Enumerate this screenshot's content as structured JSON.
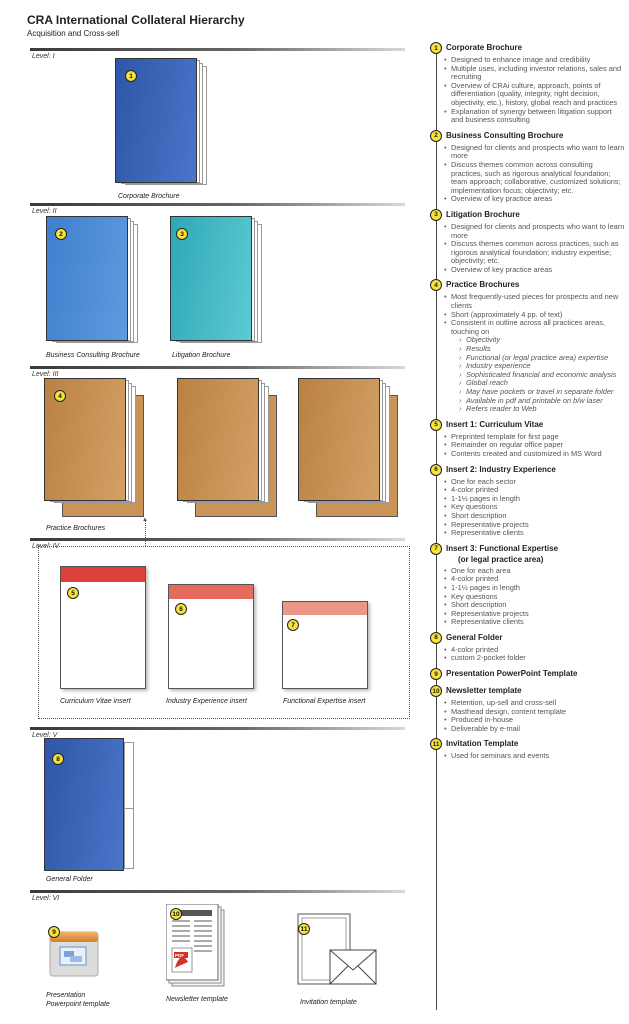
{
  "header": {
    "title": "CRA International Collateral Hierarchy",
    "subtitle": "Acquisition and Cross-sell"
  },
  "levels": [
    "Level: I",
    "Level: II",
    "Level: III",
    "Level: IV",
    "Level: V",
    "Level: VI"
  ],
  "captions": {
    "corporate": "Corporate Brochure",
    "business": "Business Consulting Brochure",
    "litigation": "Litigation Brochure",
    "practice": "Practice Brochures",
    "cv": "Curriculum Vitae insert",
    "industry": "Industry Experience insert",
    "functional": "Functional Expertise insert",
    "folder": "General Folder",
    "ppt_line1": "Presentation",
    "ppt_line2": "Powerpoint template",
    "newsletter": "Newsletter template",
    "invitation": "Invitation template"
  },
  "badges": [
    "1",
    "2",
    "3",
    "4",
    "5",
    "6",
    "7",
    "8",
    "9",
    "10",
    "11"
  ],
  "colors": {
    "badge": "#f5e23a",
    "blue": "#3a64b8",
    "teal": "#3fb5c2",
    "tan": "#c99456",
    "red": "#d9413a"
  },
  "icons": {
    "ppt": "presentation-file-icon",
    "newsletter": "newsletter-pdf-icon",
    "invitation": "envelope-icon"
  },
  "sections": [
    {
      "num": "1",
      "title": "Corporate Brochure",
      "items": [
        "Designed to enhance image and credibility",
        "Multiple uses, including investor relations, sales and recruiting",
        "Overview of CRAi culture, approach, points of differentiation (quality, integrity, right decision, objectivity, etc.), history, global reach and practices",
        "Explanation of synergy between litigation support and business consulting"
      ]
    },
    {
      "num": "2",
      "title": "Business Consulting Brochure",
      "items": [
        "Designed for clients and prospects who want to learn more",
        "Discuss themes common across consulting practices, such as rigorous analytical foundation; team approach; collaborative, customized solutions; implementation focus; objectivity; etc.",
        "Overview of key practice areas"
      ]
    },
    {
      "num": "3",
      "title": "Litigation Brochure",
      "items": [
        "Designed for clients and prospects who want to learn more",
        "Discuss themes common across practices, such as rigorous analytical foundation; industry expertise; objectivity; etc.",
        "Overview of key practice areas"
      ]
    },
    {
      "num": "4",
      "title": "Practice Brochures",
      "items": [
        "Most frequently-used pieces for prospects and new clients",
        "Short (approximately 4 pp. of text)",
        "Consistent in outline across all practices areas, touching on"
      ],
      "subitems": [
        "Objectivity",
        "Results",
        "Functional (or legal practice area) expertise",
        "Industry experience",
        "Sophisticated financial and economic analysis",
        "Global reach",
        "May have pockets or travel in separate folder",
        "Available in pdf and printable on b/w laser",
        "Refers reader to Web"
      ]
    },
    {
      "num": "5",
      "title": "Insert 1: Curriculum Vitae",
      "items": [
        "Preprinted template for first page",
        "Remainder on regular office paper",
        "Contents created and customized in MS Word"
      ]
    },
    {
      "num": "6",
      "title": "Insert 2: Industry Experience",
      "items": [
        "One for each sector",
        "4-color printed",
        "1-1½ pages in length",
        "Key questions",
        "Short description",
        "Representative projects",
        "Representative clients"
      ]
    },
    {
      "num": "7",
      "title": "Insert 3: Functional Expertise",
      "title2": "(or legal practice area)",
      "items": [
        "One for each area",
        "4-color printed",
        "1-1½ pages in length",
        "Key questions",
        "Short description",
        "Representative projects",
        "Representative clients"
      ]
    },
    {
      "num": "8",
      "title": "General Folder",
      "items": [
        "4-color printed",
        "custom 2-pocket folder"
      ]
    },
    {
      "num": "9",
      "title": "Presentation PowerPoint Template",
      "items": []
    },
    {
      "num": "10",
      "title": "Newsletter template",
      "items": [
        "Retention, up-sell and cross-sell",
        "Masthead design, content template",
        "Produced in-house",
        "Deliverable by e-mail"
      ]
    },
    {
      "num": "11",
      "title": "Invitation Template",
      "items": [
        "Used for seminars and events"
      ]
    }
  ]
}
